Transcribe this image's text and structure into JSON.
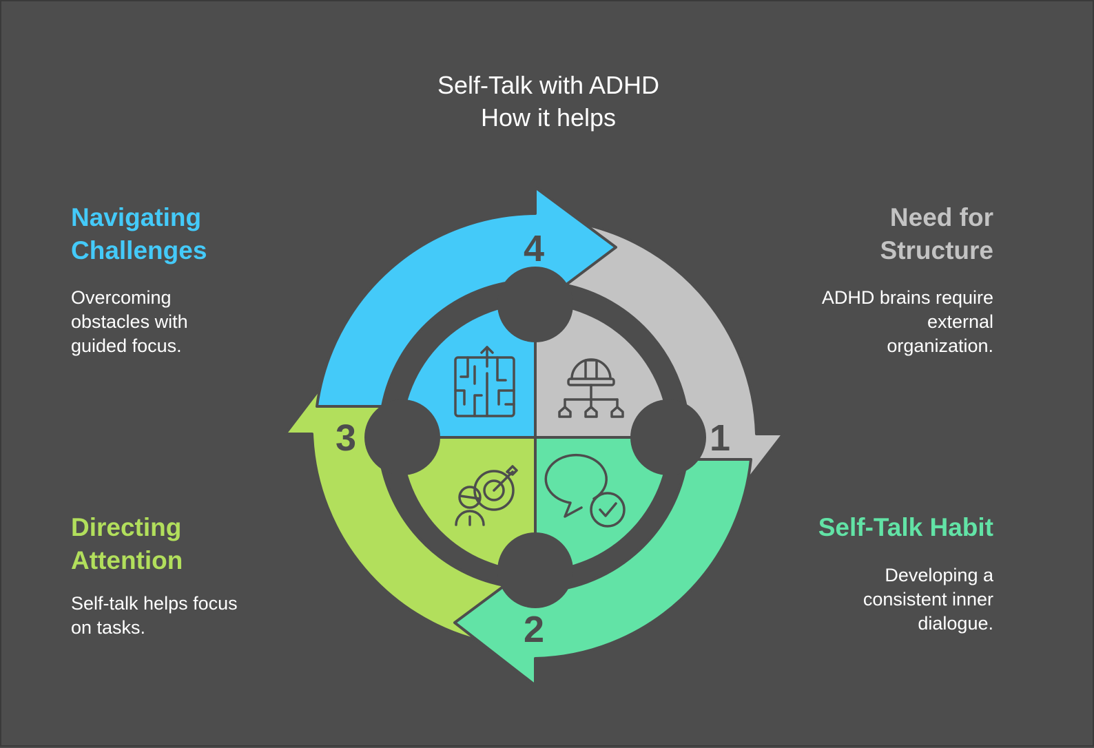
{
  "title": {
    "line1": "Self-Talk with ADHD",
    "line2": "How it helps"
  },
  "colors": {
    "background": "#4d4d4d",
    "blue": "#44caf9",
    "gray": "#c3c3c3",
    "green": "#62e3a6",
    "lime": "#b2df5c",
    "outline": "#4d4d4d"
  },
  "steps": [
    {
      "number": "1",
      "heading_lines": [
        "Need for",
        "Structure"
      ],
      "body_lines": [
        "ADHD brains require",
        "external",
        "organization."
      ],
      "color": "#c3c3c3",
      "icon": "hard-hat-hierarchy-icon"
    },
    {
      "number": "2",
      "heading_lines": [
        "Self-Talk Habit"
      ],
      "body_lines": [
        "Developing a",
        "consistent inner",
        "dialogue."
      ],
      "color": "#62e3a6",
      "icon": "speech-bubble-check-icon"
    },
    {
      "number": "3",
      "heading_lines": [
        "Directing",
        "Attention"
      ],
      "body_lines": [
        "Self-talk helps focus",
        "on tasks."
      ],
      "color": "#b2df5c",
      "icon": "person-target-icon"
    },
    {
      "number": "4",
      "heading_lines": [
        "Navigating",
        "Challenges"
      ],
      "body_lines": [
        "Overcoming",
        "obstacles with",
        "guided focus."
      ],
      "color": "#44caf9",
      "icon": "maze-arrow-icon"
    }
  ]
}
